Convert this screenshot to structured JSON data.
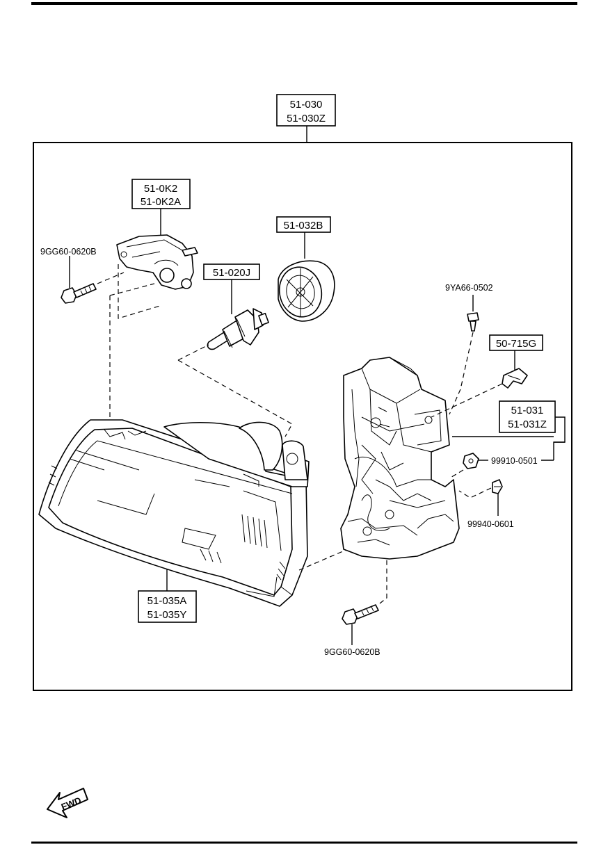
{
  "callouts": {
    "assembly": [
      "51-030",
      "51-030Z"
    ],
    "bracket": [
      "51-0K2",
      "51-0K2A"
    ],
    "cap": [
      "51-032B"
    ],
    "bulb": [
      "51-020J"
    ],
    "clip": [
      "50-715G"
    ],
    "housing": [
      "51-031",
      "51-031Z"
    ],
    "lens": [
      "51-035A",
      "51-035Y"
    ]
  },
  "labels": {
    "bolt_top": "9GG60-0620B",
    "screw": "9YA66-0502",
    "nut": "99910-0501",
    "grommet": "99940-0601",
    "bolt_bottom": "9GG60-0620B"
  },
  "fwd": "FWD"
}
